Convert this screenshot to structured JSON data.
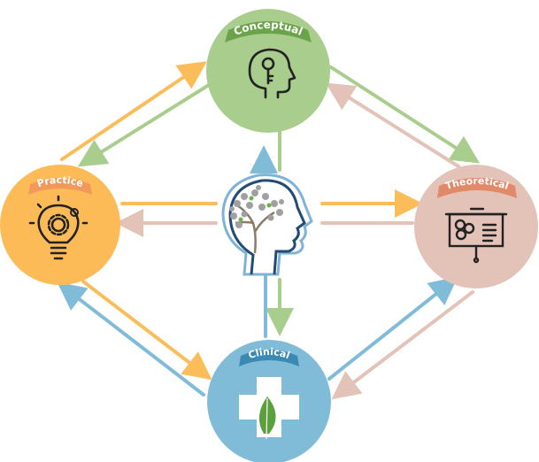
{
  "nodes": {
    "conceptual": {
      "label": "Conceptual",
      "color": "#a9cd8c",
      "ribbon": "#6aa34a",
      "icon": "head-key-icon"
    },
    "practice": {
      "label": "Practice",
      "color": "#fdbb58",
      "ribbon": "#f0995b",
      "icon": "lightbulb-gear-icon"
    },
    "theoretical": {
      "label": "Theoretical",
      "color": "#e3c3b8",
      "ribbon": "#e08a6a",
      "icon": "presentation-board-icon"
    },
    "clinical": {
      "label": "Clinical",
      "color": "#80bcd7",
      "ribbon": "#3a8ab3",
      "icon": "cross-leaf-icon"
    }
  },
  "center": {
    "icon": "head-tree-icon"
  },
  "arrow_colors": {
    "orange": "#fbbd59",
    "green": "#a9cd8c",
    "pink": "#e3c3b8",
    "blue": "#80bcd7"
  }
}
